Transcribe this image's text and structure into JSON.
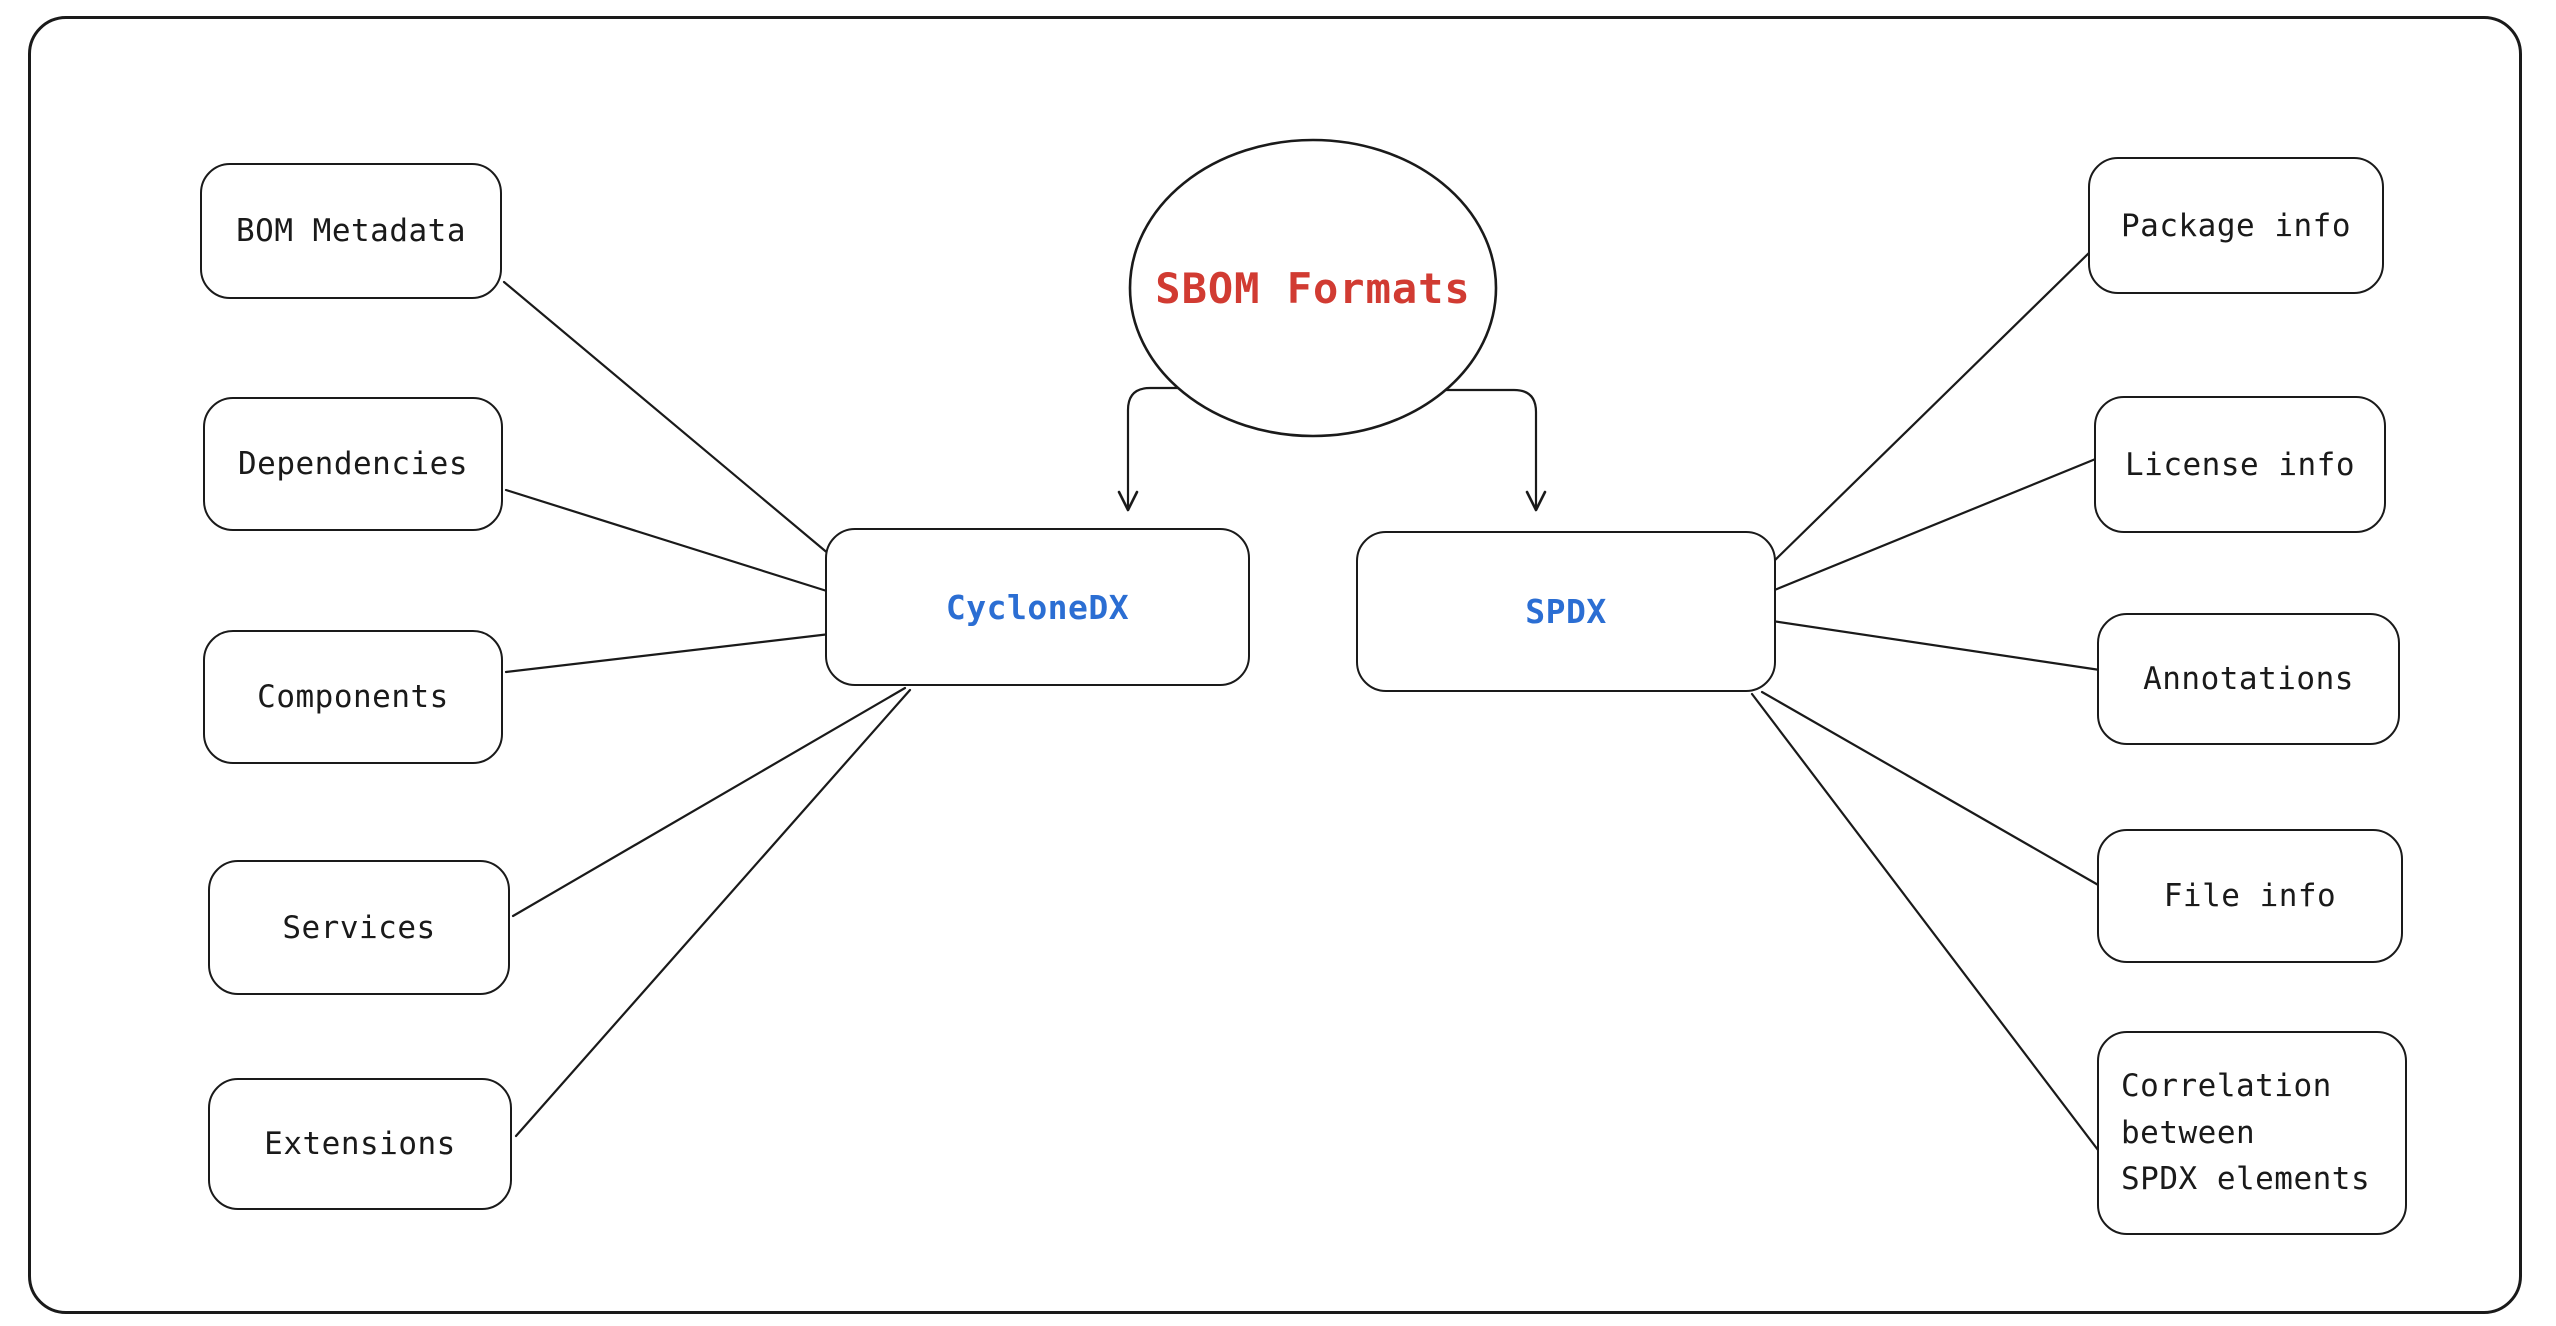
{
  "diagram": {
    "type": "mind-map",
    "root": {
      "label": "SBOM Formats",
      "shape": "ellipse"
    },
    "style": {
      "root_label_color": "#d13b32",
      "branch_label_color": "#2b6ed3",
      "node_text_color": "#1a1a1a",
      "stroke_color": "#1a1a1a",
      "background_color": "#ffffff"
    },
    "branches": [
      {
        "id": "cyclonedx",
        "label": "CycloneDX",
        "children": [
          "BOM Metadata",
          "Dependencies",
          "Components",
          "Services",
          "Extensions"
        ]
      },
      {
        "id": "spdx",
        "label": "SPDX",
        "children": [
          "Package info",
          "License info",
          "Annotations",
          "File info",
          "Correlation\n between\nSPDX elements"
        ]
      }
    ]
  }
}
